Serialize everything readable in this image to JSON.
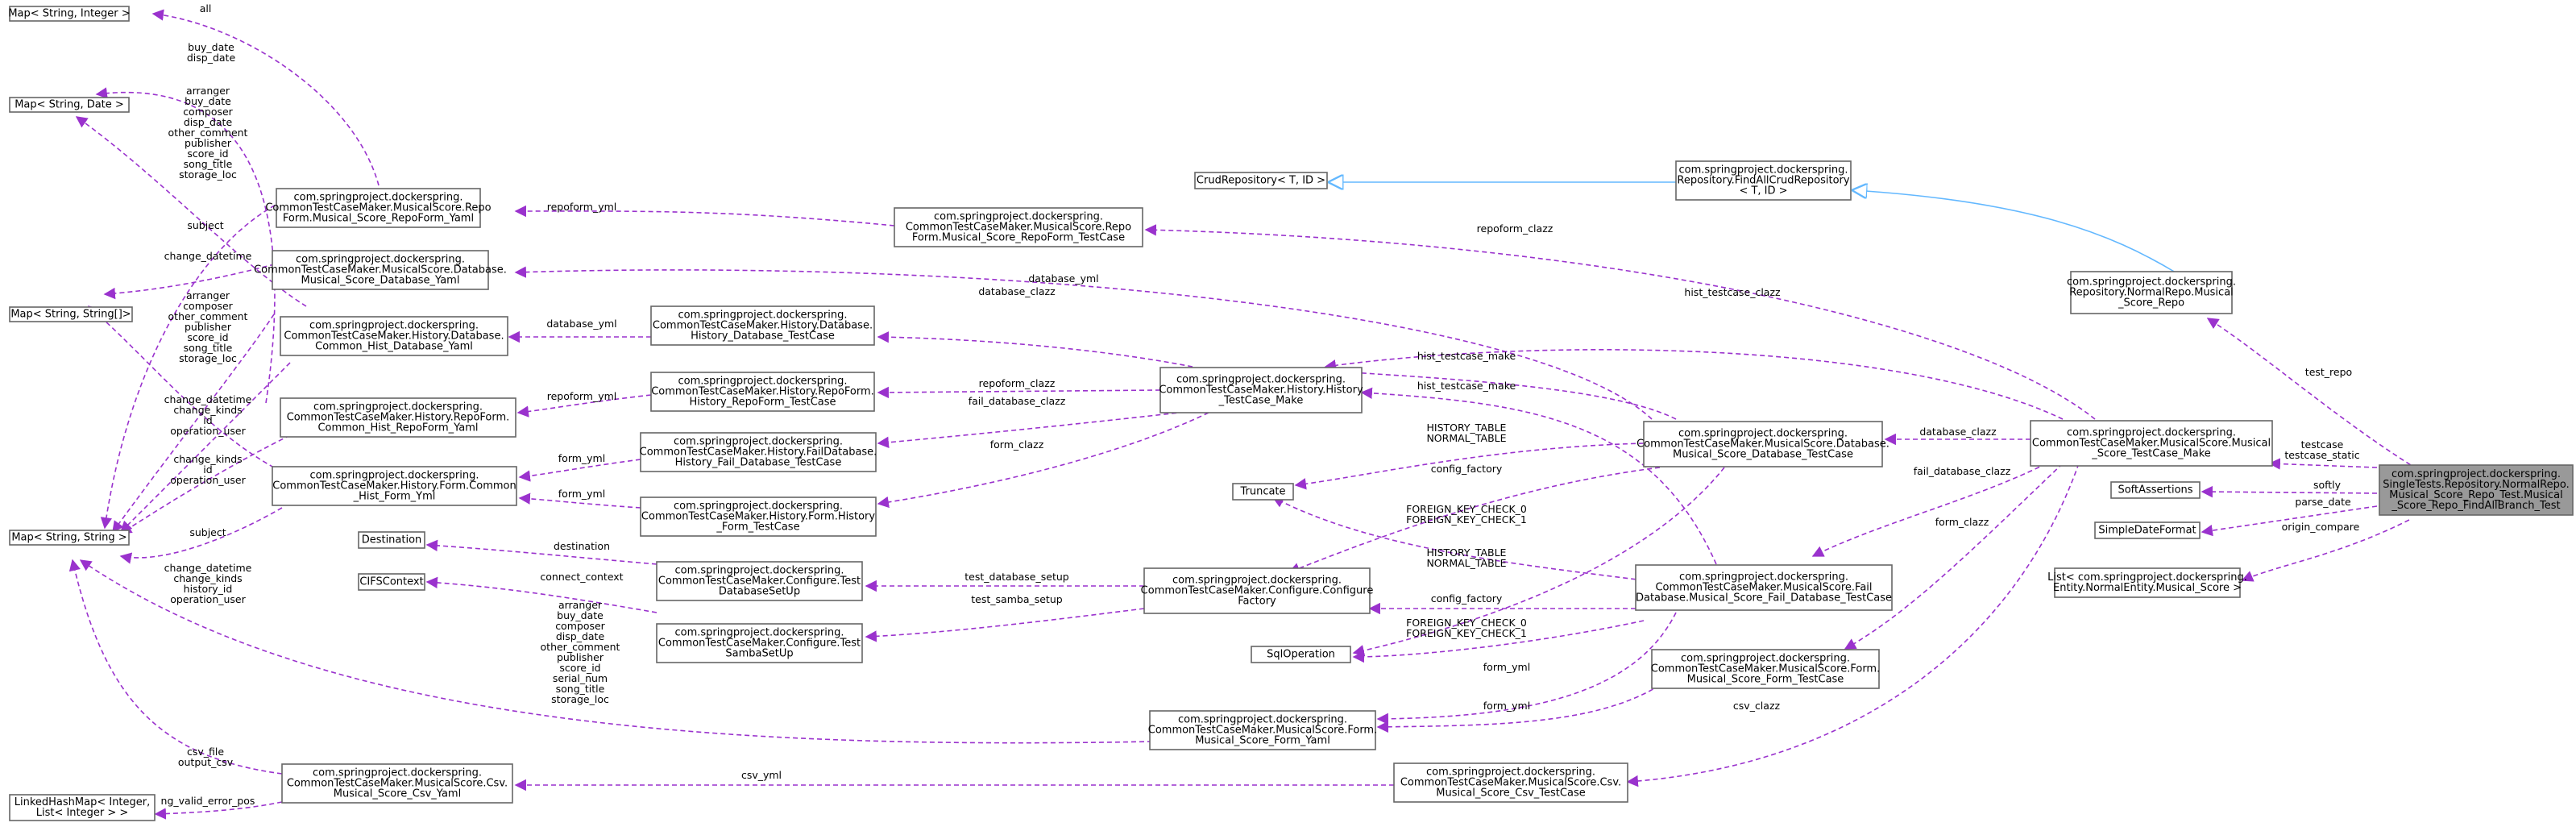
{
  "colors": {
    "usage_edge": "#9a32cd",
    "inherit_edge": "#63b8ff",
    "node_border": "#666666",
    "focus_fill": "#999999",
    "node_fill": "#ffffff"
  },
  "nodes": {
    "map_str_int": [
      "Map< String, Integer >"
    ],
    "map_str_date": [
      "Map< String, Date >"
    ],
    "map_str_strarr": [
      "Map< String, String[]>"
    ],
    "map_str_str": [
      "Map< String, String >"
    ],
    "linked_hash_map": [
      "LinkedHashMap< Integer,",
      "List< Integer > >"
    ],
    "repo_form_yaml": [
      "com.springproject.dockerspring.",
      "CommonTestCaseMaker.MusicalScore.Repo",
      "Form.Musical_Score_RepoForm_Yaml"
    ],
    "musical_db_yaml": [
      "com.springproject.dockerspring.",
      "CommonTestCaseMaker.MusicalScore.Database.",
      "Musical_Score_Database_Yaml"
    ],
    "hist_db_yaml": [
      "com.springproject.dockerspring.",
      "CommonTestCaseMaker.History.Database.",
      "Common_Hist_Database_Yaml"
    ],
    "hist_repoform_yaml": [
      "com.springproject.dockerspring.",
      "CommonTestCaseMaker.History.RepoForm.",
      "Common_Hist_RepoForm_Yaml"
    ],
    "hist_form_yml": [
      "com.springproject.dockerspring.",
      "CommonTestCaseMaker.History.Form.Common",
      "_Hist_Form_Yml"
    ],
    "destination": [
      "Destination"
    ],
    "cifscontext": [
      "CIFSContext"
    ],
    "csv_yaml": [
      "com.springproject.dockerspring.",
      "CommonTestCaseMaker.MusicalScore.Csv.",
      "Musical_Score_Csv_Yaml"
    ],
    "hist_db_testcase": [
      "com.springproject.dockerspring.",
      "CommonTestCaseMaker.History.Database.",
      "History_Database_TestCase"
    ],
    "hist_repoform_testcase": [
      "com.springproject.dockerspring.",
      "CommonTestCaseMaker.History.RepoForm.",
      "History_RepoForm_TestCase"
    ],
    "hist_faildb_testcase": [
      "com.springproject.dockerspring.",
      "CommonTestCaseMaker.History.FailDatabase.",
      "History_Fail_Database_TestCase"
    ],
    "hist_form_testcase": [
      "com.springproject.dockerspring.",
      "CommonTestCaseMaker.History.Form.History",
      "_Form_TestCase"
    ],
    "test_db_setup": [
      "com.springproject.dockerspring.",
      "CommonTestCaseMaker.Configure.Test",
      "DatabaseSetUp"
    ],
    "test_samba_setup": [
      "com.springproject.dockerspring.",
      "CommonTestCaseMaker.Configure.Test",
      "SambaSetUp"
    ],
    "repoform_testcase": [
      "com.springproject.dockerspring.",
      "CommonTestCaseMaker.MusicalScore.Repo",
      "Form.Musical_Score_RepoForm_TestCase"
    ],
    "crud_repo": [
      "CrudRepository< T, ID >"
    ],
    "find_all_crud": [
      "com.springproject.dockerspring.",
      "Repository.FindAllCrudRepository",
      "< T, ID >"
    ],
    "history_testcase_make": [
      "com.springproject.dockerspring.",
      "CommonTestCaseMaker.History.History",
      "_TestCase_Make"
    ],
    "configure_factory": [
      "com.springproject.dockerspring.",
      "CommonTestCaseMaker.Configure.Configure",
      "Factory"
    ],
    "form_yaml": [
      "com.springproject.dockerspring.",
      "CommonTestCaseMaker.MusicalScore.Form.",
      "Musical_Score_Form_Yaml"
    ],
    "truncate": [
      "Truncate"
    ],
    "sqloperation": [
      "SqlOperation"
    ],
    "csv_testcase": [
      "com.springproject.dockerspring.",
      "CommonTestCaseMaker.MusicalScore.Csv.",
      "Musical_Score_Csv_TestCase"
    ],
    "musical_db_testcase": [
      "com.springproject.dockerspring.",
      "CommonTestCaseMaker.MusicalScore.Database.",
      "Musical_Score_Database_TestCase"
    ],
    "fail_db_testcase": [
      "com.springproject.dockerspring.",
      "CommonTestCaseMaker.MusicalScore.Fail",
      "Database.Musical_Score_Fail_Database_TestCase"
    ],
    "form_testcase": [
      "com.springproject.dockerspring.",
      "CommonTestCaseMaker.MusicalScore.Form.",
      "Musical_Score_Form_TestCase"
    ],
    "musical_repo": [
      "com.springproject.dockerspring.",
      "Repository.NormalRepo.Musical",
      "_Score_Repo"
    ],
    "musical_testcase_make": [
      "com.springproject.dockerspring.",
      "CommonTestCaseMaker.MusicalScore.Musical",
      "_Score_TestCase_Make"
    ],
    "soft_assertions": [
      "SoftAssertions"
    ],
    "simple_date_format": [
      "SimpleDateFormat"
    ],
    "list_musical_score": [
      "List< com.springproject.dockerspring.",
      "Entity.NormalEntity.Musical_Score >"
    ],
    "focus": [
      "com.springproject.dockerspring.",
      "SingleTests.Repository.NormalRepo.",
      "Musical_Score_Repo_Test.Musical",
      "_Score_Repo_FindAllBranch_Test"
    ]
  },
  "edge_labels": {
    "all": [
      "all"
    ],
    "buy_disp": [
      "buy_date",
      "disp_date"
    ],
    "yaml_strings": [
      "arranger",
      "buy_date",
      "composer",
      "disp_date",
      "other_comment",
      "publisher",
      "score_id",
      "song_title",
      "storage_loc"
    ],
    "subject_1": [
      "subject"
    ],
    "change_datetime_1": [
      "change_datetime"
    ],
    "db_yaml_strings": [
      "arranger",
      "composer",
      "other_comment",
      "publisher",
      "score_id",
      "song_title",
      "storage_loc"
    ],
    "hist_db_strings": [
      "change_datetime",
      "change_kinds",
      "id",
      "operation_user"
    ],
    "hist_repoform_strings": [
      "change_kinds",
      "id",
      "operation_user"
    ],
    "subject_2": [
      "subject"
    ],
    "hist_form_strings": [
      "change_datetime",
      "change_kinds",
      "history_id",
      "operation_user"
    ],
    "form_yaml_strings": [
      "arranger",
      "buy_date",
      "composer",
      "disp_date",
      "other_comment",
      "publisher",
      "score_id",
      "serial_num",
      "song_title",
      "storage_loc"
    ],
    "csv_file": [
      "csv_file",
      "output_csv"
    ],
    "ng_valid": [
      "ng_valid_error_pos"
    ],
    "repoform_yml": [
      "repoform_yml"
    ],
    "database_yml_1": [
      "database_yml"
    ],
    "repoform_yml_2": [
      "repoform_yml"
    ],
    "form_yml_1": [
      "form_yml"
    ],
    "form_yml_2": [
      "form_yml"
    ],
    "destination": [
      "destination"
    ],
    "connect_context": [
      "connect_context"
    ],
    "database_clazz_1": [
      "database_clazz"
    ],
    "repoform_clazz_1": [
      "repoform_clazz"
    ],
    "fail_database_clazz_1": [
      "fail_database_clazz"
    ],
    "form_clazz_1": [
      "form_clazz"
    ],
    "test_database_setup": [
      "test_database_setup"
    ],
    "test_samba_setup": [
      "test_samba_setup"
    ],
    "repoform_clazz_2": [
      "repoform_clazz"
    ],
    "database_yml_2": [
      "database_yml"
    ],
    "hist_testcase_clazz": [
      "hist_testcase_clazz"
    ],
    "hist_testcase_make_1": [
      "hist_testcase_make"
    ],
    "hist_testcase_make_2": [
      "hist_testcase_make"
    ],
    "history_table_1": [
      "HISTORY_TABLE",
      "NORMAL_TABLE"
    ],
    "config_factory_1": [
      "config_factory"
    ],
    "fk_1": [
      "FOREIGN_KEY_CHECK_0",
      "FOREIGN_KEY_CHECK_1"
    ],
    "history_table_2": [
      "HISTORY_TABLE",
      "NORMAL_TABLE"
    ],
    "config_factory_2": [
      "config_factory"
    ],
    "fk_2": [
      "FOREIGN_KEY_CHECK_0",
      "FOREIGN_KEY_CHECK_1"
    ],
    "form_yml_3": [
      "form_yml"
    ],
    "form_yml_4": [
      "form_yml"
    ],
    "csv_yml": [
      "csv_yml"
    ],
    "database_clazz_2": [
      "database_clazz"
    ],
    "fail_database_clazz_2": [
      "fail_database_clazz"
    ],
    "form_clazz_2": [
      "form_clazz"
    ],
    "csv_clazz": [
      "csv_clazz"
    ],
    "test_repo": [
      "test_repo"
    ],
    "testcase": [
      "testcase",
      "testcase_static"
    ],
    "softly": [
      "softly"
    ],
    "parse_date": [
      "parse_date"
    ],
    "origin_compare": [
      "origin_compare"
    ]
  }
}
